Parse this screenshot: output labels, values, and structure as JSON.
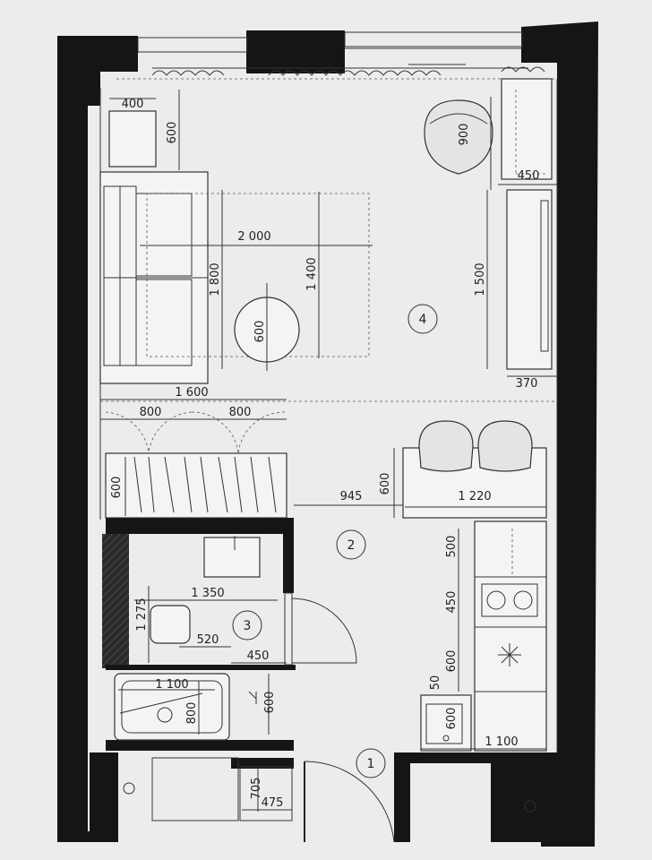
{
  "rooms": [
    {
      "number": "1"
    },
    {
      "number": "2"
    },
    {
      "number": "3"
    },
    {
      "number": "4"
    }
  ],
  "dimensions": {
    "window_niche_width": "400",
    "window_niche_depth": "600",
    "armchair_depth": "900",
    "shelf_width": "450",
    "bed_length": "2 000",
    "sofa_length": "1 800",
    "bed_width": "1 400",
    "table_diameter": "600",
    "wall_unit_length": "1 500",
    "wall_unit_depth": "370",
    "wardrobe_total": "1 600",
    "wardrobe_door_left": "800",
    "wardrobe_door_right": "800",
    "wardrobe_depth": "600",
    "passage_width": "945",
    "bar_depth": "600",
    "bar_length": "1 220",
    "kitchen_module_1": "500",
    "kitchen_module_2": "450",
    "kitchen_module_3": "600",
    "kitchen_gap": "50",
    "sink_depth": "600",
    "kitchen_counter": "1 100",
    "bath_width": "1 350",
    "bath_depth": "1 275",
    "vanity_width": "520",
    "toilet_width": "450",
    "toilet_depth": "600",
    "bathtub_length": "1 100",
    "bathtub_width": "800",
    "niche_depth": "705",
    "niche_width": "475"
  },
  "colors": {
    "wall": "#151515",
    "background": "#ececec",
    "line": "#333333"
  }
}
